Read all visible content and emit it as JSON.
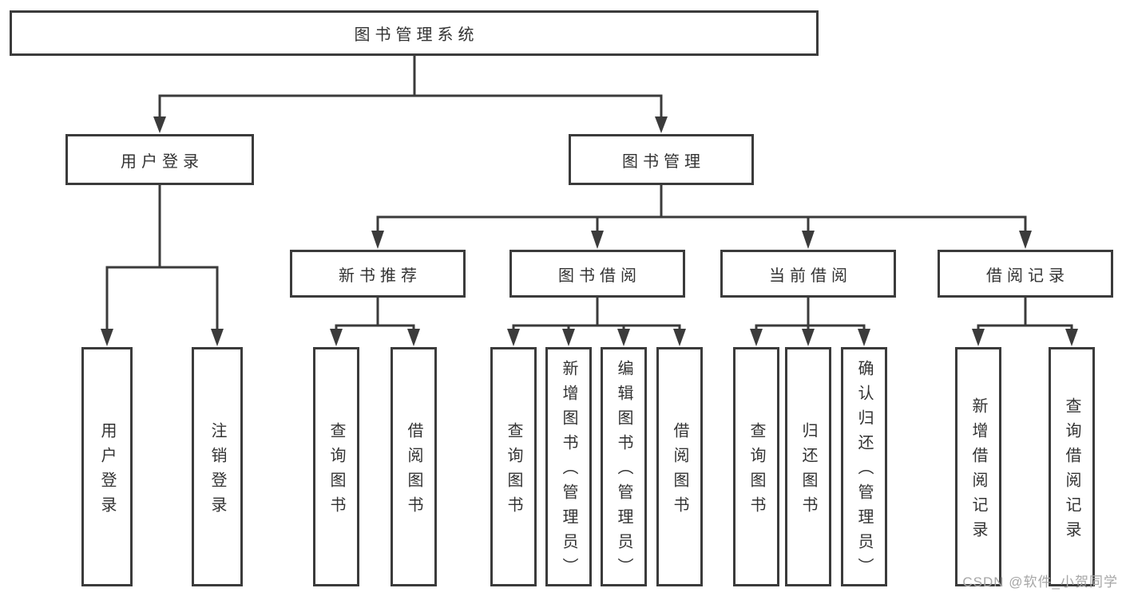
{
  "diagram": {
    "root": {
      "label": "图书管理系统"
    },
    "level2": [
      {
        "label": "用户登录",
        "children": [
          {
            "label": "用户登录"
          },
          {
            "label": "注销登录"
          }
        ]
      },
      {
        "label": "图书管理",
        "children": [
          {
            "label": "新书推荐",
            "children": [
              {
                "label": "查询图书"
              },
              {
                "label": "借阅图书"
              }
            ]
          },
          {
            "label": "图书借阅",
            "children": [
              {
                "label": "查询图书"
              },
              {
                "label": "新增图书（管理员）"
              },
              {
                "label": "编辑图书（管理员）"
              },
              {
                "label": "借阅图书"
              }
            ]
          },
          {
            "label": "当前借阅",
            "children": [
              {
                "label": "查询图书"
              },
              {
                "label": "归还图书"
              },
              {
                "label": "确认归还（管理员）"
              }
            ]
          },
          {
            "label": "借阅记录",
            "children": [
              {
                "label": "新增借阅记录"
              },
              {
                "label": "查询借阅记录"
              }
            ]
          }
        ]
      }
    ]
  },
  "watermark": {
    "text": "CSDN @软件_小贺同学"
  },
  "colors": {
    "line": "#3b3b3b",
    "box_border": "#3b3b3b",
    "text": "#333333",
    "background": "#ffffff",
    "watermark": "#a6a6a6"
  }
}
